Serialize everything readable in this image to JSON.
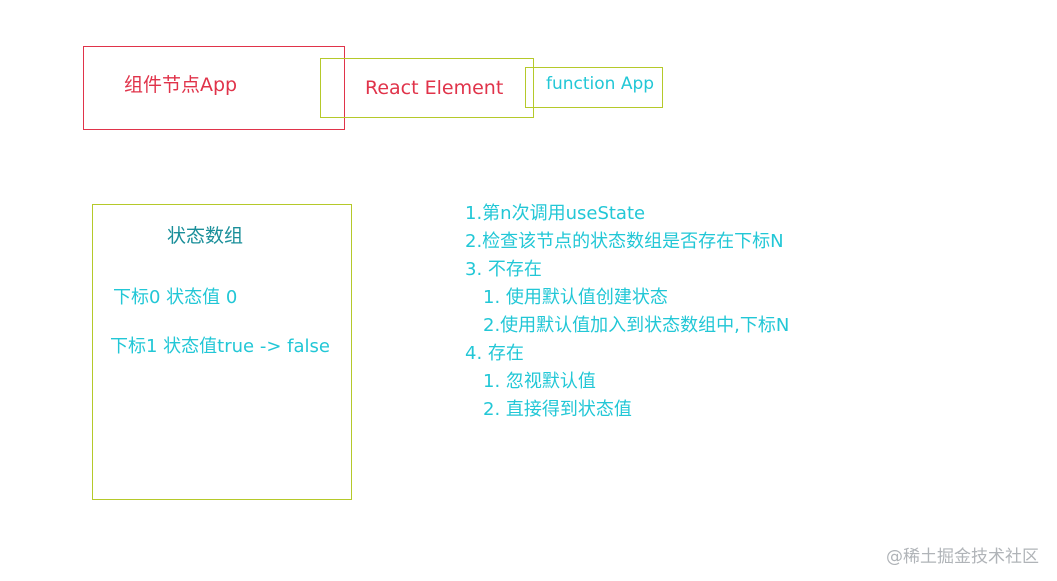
{
  "diagram": {
    "top_row": {
      "component_node": "组件节点App",
      "react_element": "React Element",
      "function_app": "function App"
    },
    "state_array": {
      "title": "状态数组",
      "rows": [
        "下标0  状态值 0",
        "下标1 状态值true -> false"
      ]
    },
    "steps": [
      "1.第n次调用useState",
      "2.检查该节点的状态数组是否存在下标N",
      "3. 不存在",
      "1. 使用默认值创建状态",
      "2.使用默认值加入到状态数组中,下标N",
      "4. 存在",
      "1. 忽视默认值",
      "2. 直接得到状态值"
    ]
  },
  "watermark": "@稀土掘金技术社区",
  "colors": {
    "red": "#e0334a",
    "olive": "#b5c92a",
    "cyan": "#22c7d6",
    "teal": "#1a8f9a"
  }
}
